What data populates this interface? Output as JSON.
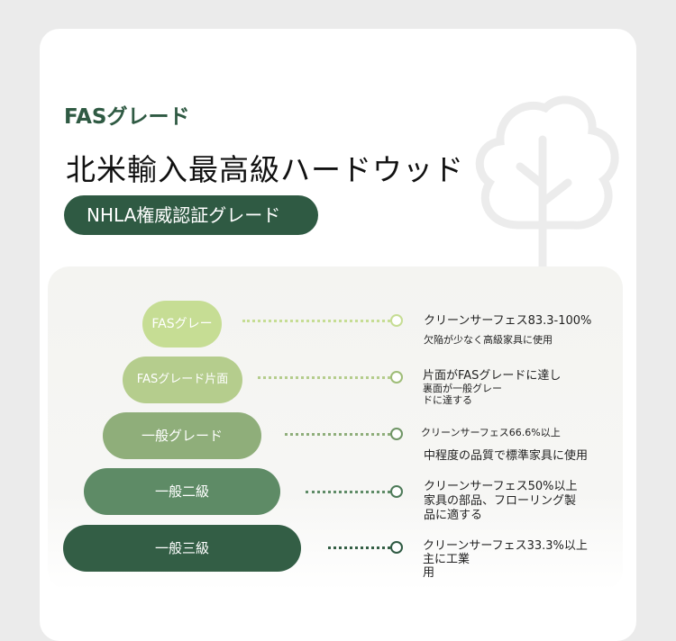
{
  "heading": {
    "grade_label": "FASグレード",
    "title": "北米輸入最高級ハードウッド",
    "badge": "NHLA権威認証グレード"
  },
  "colors": {
    "dark_green": "#2f5a43",
    "tier1": "#c6dd94",
    "tier2": "#b5cd8d",
    "tier3": "#8fae7a",
    "tier4": "#5e8b66",
    "tier5": "#335e45"
  },
  "tiers": [
    {
      "label": "FASグレー",
      "lines": [
        "クリーンサーフェス83.3-100%",
        "欠陥が少なく高級家具に使用"
      ]
    },
    {
      "label": "FASグレード片面",
      "lines": [
        "片面がFASグレードに達し",
        "裏面が一般グレー",
        "ドに達する"
      ]
    },
    {
      "label": "一般グレード",
      "lines": [
        "クリーンサーフェス66.6%以上",
        "中程度の品質で標準家具に使用"
      ]
    },
    {
      "label": "一般二級",
      "lines": [
        "クリーンサーフェス50%以上",
        "家具の部品、フローリング製",
        "品に適する"
      ]
    },
    {
      "label": "一般三級",
      "lines": [
        "クリーンサーフェス33.3%以上",
        "主に工業",
        "用"
      ]
    }
  ]
}
